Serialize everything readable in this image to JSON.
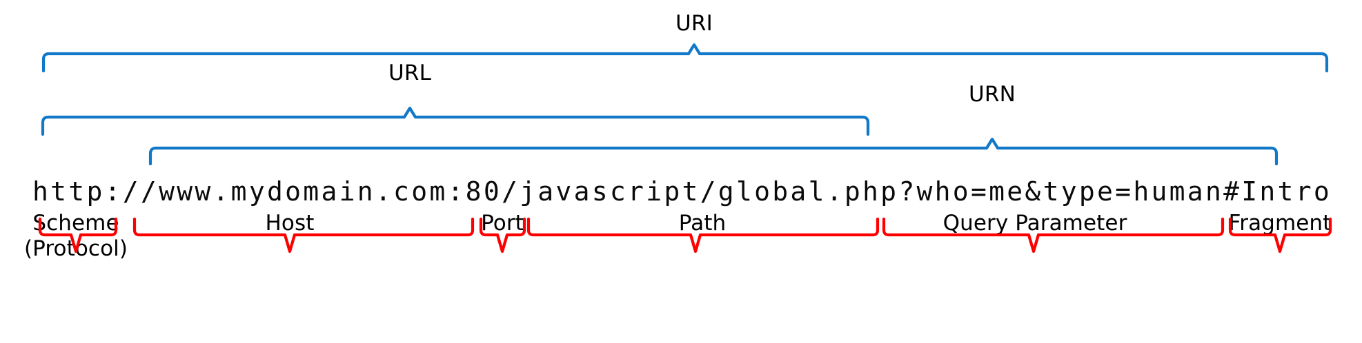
{
  "diagram": {
    "title": "URI / URL / URN anatomy",
    "url_text": "http://www.mydomain.com:80/javascript/global.php?who=me&type=human#Intro",
    "colors": {
      "upper_bracket": "#1278c8",
      "lower_bracket": "#ff0000",
      "text": "#000000"
    },
    "upper_labels": [
      {
        "id": "uri",
        "label": "URI",
        "span": "http://www.mydomain.com:80/javascript/global.php?who=me&type=human#Intro"
      },
      {
        "id": "url",
        "label": "URL",
        "span": "http://www.mydomain.com:80/javascript/global.php"
      },
      {
        "id": "urn",
        "label": "URN",
        "span": "www.mydomain.com:80/javascript/global.php?who=me&type=human#Intro"
      }
    ],
    "lower_labels": [
      {
        "id": "scheme",
        "label_line1": "Scheme",
        "label_line2": "(Protocol)",
        "span": "http"
      },
      {
        "id": "host",
        "label_line1": "Host",
        "label_line2": "",
        "span": "www.mydomain.com"
      },
      {
        "id": "port",
        "label_line1": "Port",
        "label_line2": "",
        "span": "80"
      },
      {
        "id": "path",
        "label_line1": "Path",
        "label_line2": "",
        "span": "/javascript/global.php"
      },
      {
        "id": "query",
        "label_line1": "Query Parameter",
        "label_line2": "",
        "span": "?who=me&type=human"
      },
      {
        "id": "fragment",
        "label_line1": "Fragment",
        "label_line2": "",
        "span": "#Intro"
      }
    ]
  }
}
